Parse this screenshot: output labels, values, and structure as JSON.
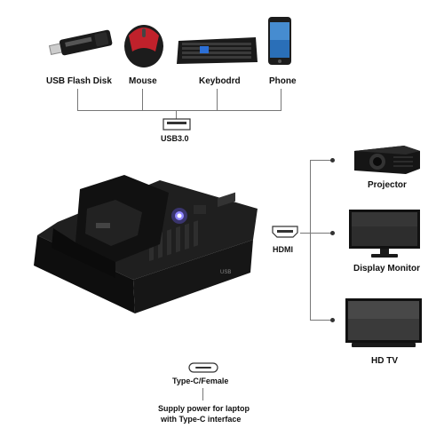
{
  "devices": {
    "usb_flash": {
      "label": "USB Flash Disk"
    },
    "mouse": {
      "label": "Mouse"
    },
    "keyboard": {
      "label": "Keybodrd"
    },
    "phone": {
      "label": "Phone"
    }
  },
  "usb_port": {
    "label": "USB3.0"
  },
  "hdmi_port": {
    "label": "HDMI"
  },
  "outputs": {
    "projector": {
      "label": "Projector"
    },
    "monitor": {
      "label": "Display Monitor"
    },
    "tv": {
      "label": "HD TV"
    }
  },
  "typec": {
    "label": "Type-C/Female",
    "note_line1": "Supply power for laptop",
    "note_line2": "with Type-C interface"
  },
  "dock": {
    "port_label": "USB"
  },
  "colors": {
    "led": "#6a5cff",
    "dock": "#141414",
    "line": "#777777"
  }
}
